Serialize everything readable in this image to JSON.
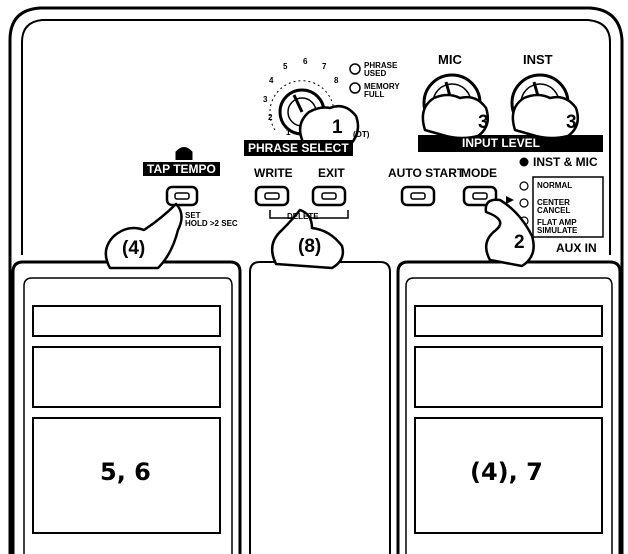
{
  "panel": {
    "tap_tempo_label": "TAP TEMPO",
    "set_hold_text": "SET\nHOLD >2 SEC",
    "phrase_select_label": "PHRASE SELECT",
    "phrase_dial_ticks": [
      "1",
      "2",
      "3",
      "4",
      "5",
      "6",
      "7",
      "8"
    ],
    "ot_label": "(OT)",
    "phrase_used_label": "PHRASE USED",
    "memory_full_label": "MEMORY FULL",
    "mic_label": "MIC",
    "inst_label": "INST",
    "input_level_label": "INPUT LEVEL",
    "write_label": "WRITE",
    "exit_label": "EXIT",
    "delete_label": "DELETE",
    "auto_start_label": "AUTO START",
    "mode_label": "MODE",
    "inst_mic_label": "INST & MIC",
    "mode_options": [
      "NORMAL",
      "CENTER CANCEL",
      "FLAT AMP SIMULATE"
    ],
    "aux_in_label": "AUX IN"
  },
  "steps": {
    "tap_tempo": "(4)",
    "phrase_dial": "1",
    "mic_knob": "3",
    "inst_knob": "3",
    "write_button": "(8)",
    "mode_button": "2",
    "left_pedal": "5, 6",
    "right_pedal": "(4), 7"
  }
}
